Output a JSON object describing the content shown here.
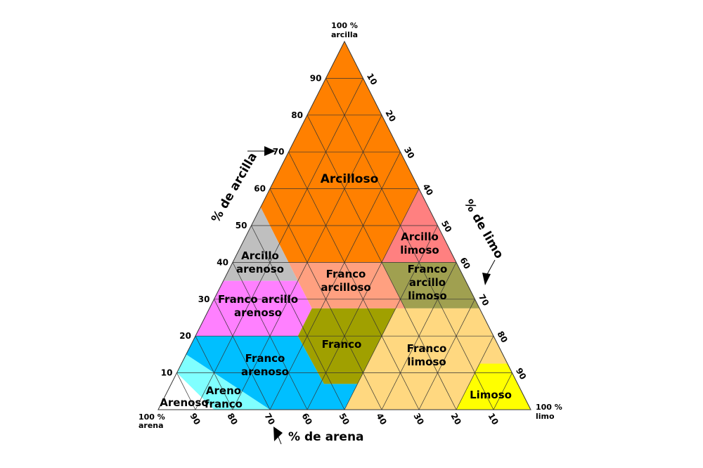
{
  "corners": {
    "top": [
      "100 %",
      "arcilla"
    ],
    "left": [
      "100 %",
      "arena"
    ],
    "right": [
      "100 %",
      "limo"
    ]
  },
  "axes": {
    "clay": "% de arcilla",
    "silt": "% de limo",
    "sand": "% de arena"
  },
  "ticks": [
    "10",
    "20",
    "30",
    "40",
    "50",
    "60",
    "70",
    "80",
    "90"
  ],
  "regions": [
    {
      "name": "Arcilloso",
      "lines": [
        "Arcilloso"
      ],
      "color": "#FF8000",
      "pts": [
        [
          0,
          0,
          100
        ],
        [
          45,
          0,
          55
        ],
        [
          45,
          15,
          40
        ],
        [
          20,
          40,
          40
        ],
        [
          0,
          40,
          60
        ]
      ]
    },
    {
      "name": "Arcillo limoso",
      "lines": [
        "Arcillo",
        "limoso"
      ],
      "color": "#FF8080",
      "pts": [
        [
          0,
          40,
          60
        ],
        [
          20,
          40,
          40
        ],
        [
          0,
          60,
          40
        ]
      ]
    },
    {
      "name": "Arcillo arenoso",
      "lines": [
        "Arcillo",
        "arenoso"
      ],
      "color": "#BFBFBF",
      "pts": [
        [
          45,
          0,
          55
        ],
        [
          65,
          0,
          35
        ],
        [
          45,
          20,
          35
        ]
      ]
    },
    {
      "name": "Franco arcilloso",
      "lines": [
        "Franco",
        "arcilloso"
      ],
      "color": "#FFA080",
      "pts": [
        [
          45,
          15,
          40
        ],
        [
          20,
          40,
          40
        ],
        [
          20,
          52.5,
          27.5
        ],
        [
          45,
          27.5,
          27.5
        ]
      ]
    },
    {
      "name": "Franco arcillo limoso",
      "lines": [
        "Franco",
        "arcillo",
        "limoso"
      ],
      "color": "#A0A050",
      "pts": [
        [
          20,
          40,
          40
        ],
        [
          0,
          60,
          40
        ],
        [
          0,
          72.5,
          27.5
        ],
        [
          20,
          52.5,
          27.5
        ]
      ]
    },
    {
      "name": "Franco arcillo arenoso",
      "lines": [
        "Franco arcillo",
        "arenoso"
      ],
      "color": "#FF80FF",
      "pts": [
        [
          65,
          0,
          35
        ],
        [
          45,
          20,
          35
        ],
        [
          45,
          27.5,
          27.5
        ],
        [
          52.5,
          27.5,
          20
        ],
        [
          80,
          0,
          20
        ]
      ]
    },
    {
      "name": "Franco",
      "lines": [
        "Franco"
      ],
      "color": "#A0A000",
      "pts": [
        [
          45,
          27.5,
          27.5
        ],
        [
          22.5,
          50,
          27.5
        ],
        [
          43,
          50,
          7
        ],
        [
          52,
          41,
          7
        ],
        [
          52.5,
          27.5,
          20
        ]
      ]
    },
    {
      "name": "Franco limoso",
      "lines": [
        "Franco",
        "limoso"
      ],
      "color": "#FFD880",
      "pts": [
        [
          22.5,
          50,
          27.5
        ],
        [
          0,
          72.5,
          27.5
        ],
        [
          0,
          87.5,
          12.5
        ],
        [
          7.5,
          80,
          12.5
        ],
        [
          20,
          80,
          0
        ],
        [
          50,
          50,
          0
        ],
        [
          43,
          50,
          7
        ]
      ]
    },
    {
      "name": "Limoso",
      "lines": [
        "Limoso"
      ],
      "color": "#FFFF00",
      "pts": [
        [
          0,
          87.5,
          12.5
        ],
        [
          0,
          100,
          0
        ],
        [
          20,
          80,
          0
        ],
        [
          7.5,
          80,
          12.5
        ]
      ]
    },
    {
      "name": "Franco arenoso",
      "lines": [
        "Franco",
        "arenoso"
      ],
      "color": "#00BFFF",
      "pts": [
        [
          80,
          0,
          20
        ],
        [
          52.5,
          27.5,
          20
        ],
        [
          52,
          41,
          7
        ],
        [
          43,
          50,
          7
        ],
        [
          50,
          50,
          0
        ],
        [
          70,
          30,
          0
        ],
        [
          85,
          0,
          15
        ]
      ]
    },
    {
      "name": "Areno franco",
      "lines": [
        "Areno",
        "franco"
      ],
      "color": "#80FFFF",
      "pts": [
        [
          85,
          0,
          15
        ],
        [
          70,
          30,
          0
        ],
        [
          85,
          15,
          0
        ],
        [
          90,
          0,
          10
        ]
      ]
    },
    {
      "name": "Arenoso",
      "lines": [
        "Arenoso"
      ],
      "color": "#FFFFFF",
      "pts": [
        [
          90,
          0,
          10
        ],
        [
          85,
          15,
          0
        ],
        [
          100,
          0,
          0
        ]
      ]
    }
  ]
}
